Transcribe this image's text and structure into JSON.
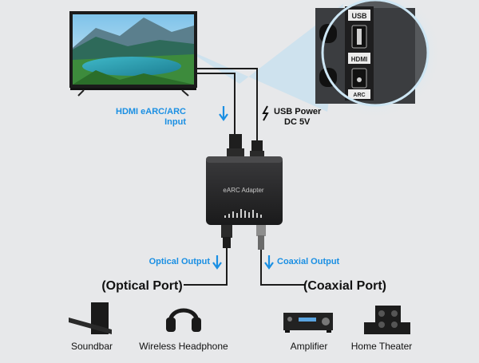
{
  "callouts": {
    "hdmi_input_line1": "HDMI eARC/ARC",
    "hdmi_input_line2": "Input",
    "usb_power_line1": "USB Power",
    "usb_power_line2": "DC 5V",
    "optical_output": "Optical Output",
    "coaxial_output": "Coaxial Output"
  },
  "ports": {
    "optical_port": "(Optical Port)",
    "coaxial_port": "(Coaxial Port)"
  },
  "device": {
    "label": "eARC Adapter"
  },
  "tv_panel_zoom": {
    "usb": "USB",
    "hdmi": "HDMI",
    "arc": "ARC"
  },
  "devices": {
    "soundbar": "Soundbar",
    "headphone": "Wireless Headphone",
    "amplifier": "Amplifier",
    "home_theater": "Home Theater"
  },
  "colors": {
    "accent_blue": "#1a8fe3",
    "background": "#e7e8ea",
    "text_dark": "#111111"
  },
  "icons": [
    "down-arrow-icon",
    "lightning-icon",
    "soundbar-icon",
    "headphone-icon",
    "amplifier-icon",
    "home-theater-icon"
  ]
}
